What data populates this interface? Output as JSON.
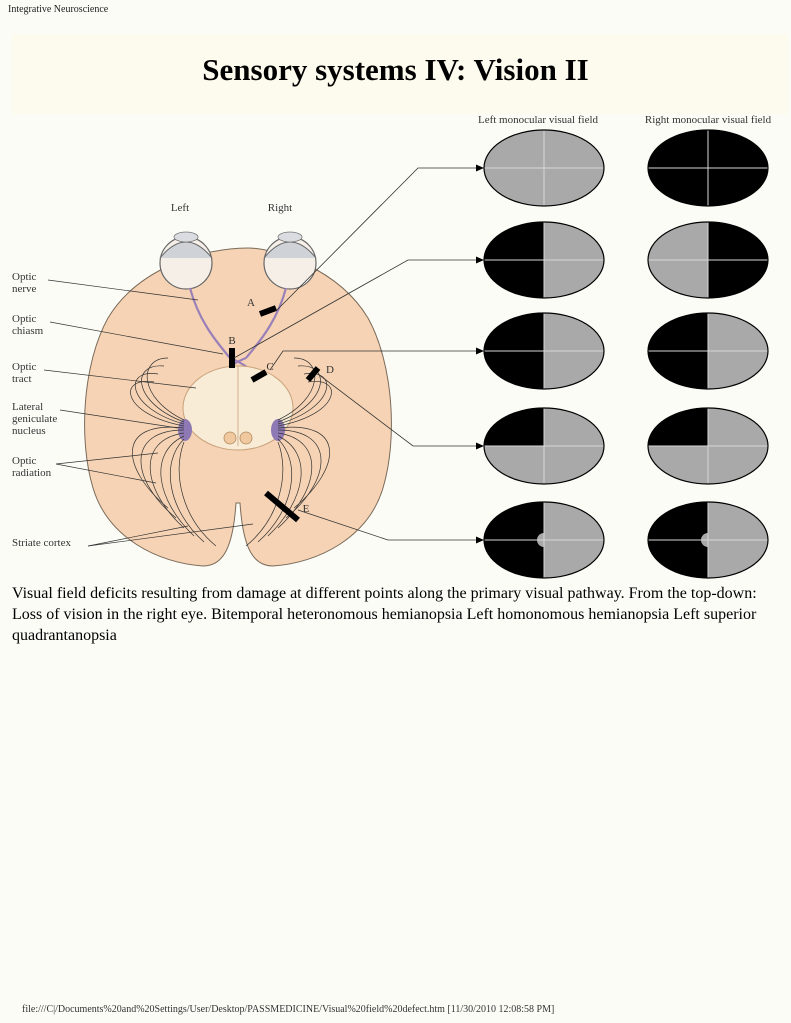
{
  "header": {
    "running_title": "Integrative Neuroscience"
  },
  "page": {
    "title": "Sensory systems IV: Vision II"
  },
  "figure": {
    "column_headers": [
      "Left monocular visual field",
      "Right monocular visual field"
    ],
    "side_labels": {
      "left": "Left",
      "right": "Right"
    },
    "structure_labels": {
      "optic_nerve": [
        "Optic",
        "nerve"
      ],
      "optic_chiasm": [
        "Optic",
        "chiasm"
      ],
      "optic_tract": [
        "Optic",
        "tract"
      ],
      "lgn": [
        "Lateral",
        "geniculate",
        "nucleus"
      ],
      "optic_radiation": [
        "Optic",
        "radiation"
      ],
      "striate_cortex": "Striate cortex"
    },
    "lesion_letters": [
      "A",
      "B",
      "C",
      "D",
      "E"
    ],
    "colors": {
      "blind": "#000000",
      "seen": "#a9a9a9",
      "brain": "#f6d3b4",
      "pathway": "#9a80b8"
    },
    "deficit_rows": [
      {
        "lesion": "A",
        "left_eye": "none",
        "right_eye": "full"
      },
      {
        "lesion": "B",
        "left_eye": "left-half",
        "right_eye": "right-half"
      },
      {
        "lesion": "C",
        "left_eye": "left-half",
        "right_eye": "left-half"
      },
      {
        "lesion": "D",
        "left_eye": "upper-left",
        "right_eye": "upper-left"
      },
      {
        "lesion": "E",
        "left_eye": "left-half-macular-sparing",
        "right_eye": "left-half-macular-sparing"
      }
    ]
  },
  "caption": "Visual field deficits resulting from damage at different points along the primary visual pathway. From the top-down: Loss of vision in the right eye. Bitemporal heteronomous hemianopsia Left homonomous hemianopsia Left superior quadrantanopsia",
  "footer": {
    "path": "file:///C|/Documents%20and%20Settings/User/Desktop/PASSMEDICINE/Visual%20field%20defect.htm [11/30/2010 12:08:58 PM]"
  }
}
